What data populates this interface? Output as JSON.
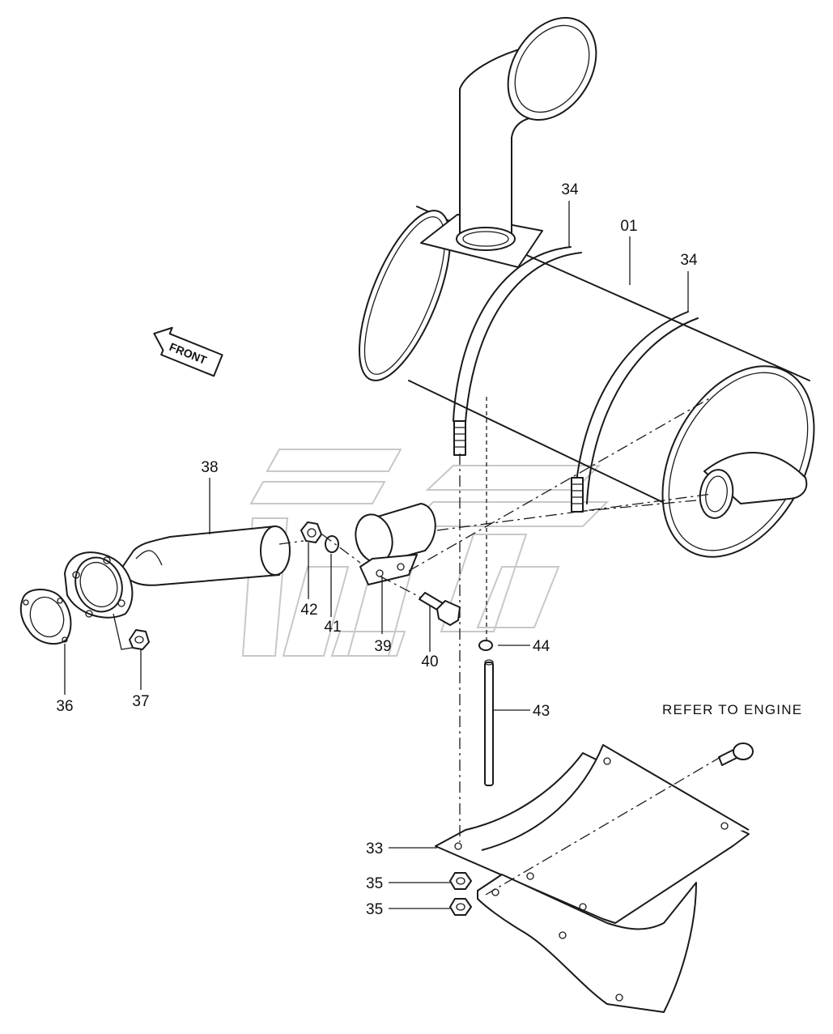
{
  "callouts": {
    "c01": "01",
    "c33": "33",
    "c34a": "34",
    "c34b": "34",
    "c35a": "35",
    "c35b": "35",
    "c36": "36",
    "c37": "37",
    "c38": "38",
    "c39": "39",
    "c40": "40",
    "c41": "41",
    "c42": "42",
    "c43": "43",
    "c44": "44"
  },
  "note": "REFER TO ENGINE",
  "direction_arrow": {
    "label": "FRONT",
    "icon": "front-arrow-icon"
  },
  "colors": {
    "ink": "#1a1a1a",
    "watermark": "#c8c8c8",
    "background": "#ffffff"
  }
}
